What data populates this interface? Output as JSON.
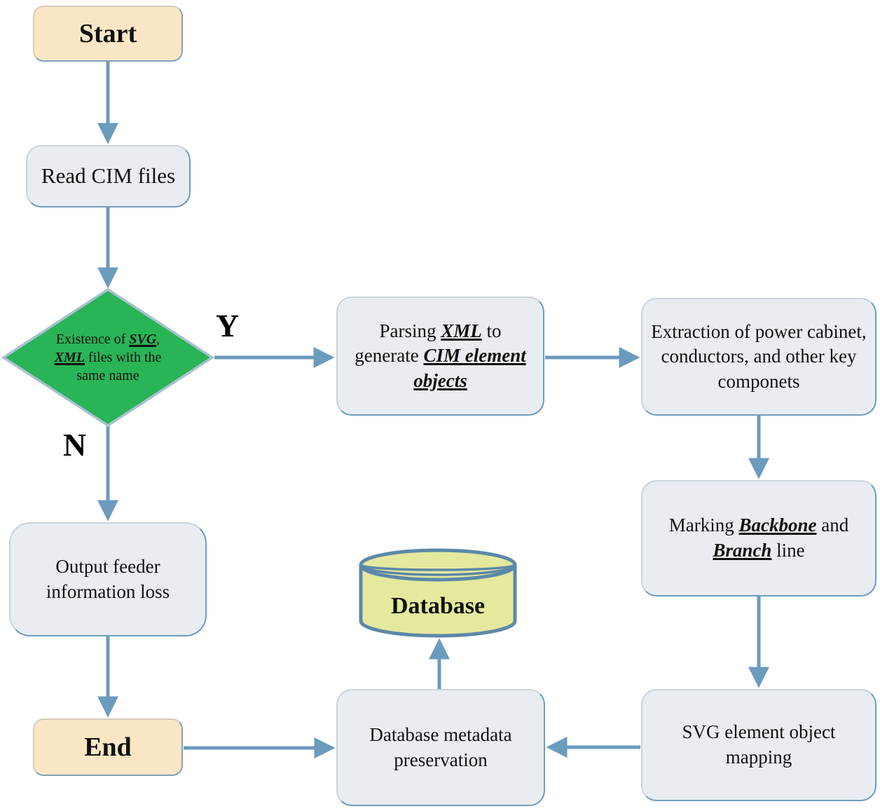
{
  "colors": {
    "decision_fill": "#29b456",
    "decision_border": "#a8c0d4",
    "terminal_fill": "#fbe7c5",
    "process_fill": "#e9edf2",
    "process_border": "#6f9cbb",
    "database_fill": "#e4e99d",
    "database_border": "#5c88a9",
    "arrow": "#6b9bbd",
    "text": "#111111"
  },
  "edge_labels": {
    "yes": "Y",
    "no": "N"
  },
  "nodes": {
    "start": {
      "label": "Start"
    },
    "read_cim": {
      "label": "Read CIM files"
    },
    "decision": {
      "p1": "Existence of ",
      "em1": "SVG",
      "p2": ", ",
      "em2": "XML",
      "p3": " files with the same name"
    },
    "parsing": {
      "p1": "Parsing ",
      "em1": "XML",
      "p2": " to generate ",
      "em2": "CIM element objects"
    },
    "extraction": {
      "label": "Extraction of power cabinet, conductors, and other key componets"
    },
    "marking": {
      "p1": "Marking ",
      "em1": "Backbone",
      "p2": " and ",
      "em2": "Branch",
      "p3": " line"
    },
    "svg_mapping": {
      "label": "SVG element object mapping"
    },
    "preservation": {
      "label": "Database metadata preservation"
    },
    "database": {
      "label": "Database"
    },
    "output_loss": {
      "label": "Output feeder information loss"
    },
    "end": {
      "label": "End"
    }
  }
}
